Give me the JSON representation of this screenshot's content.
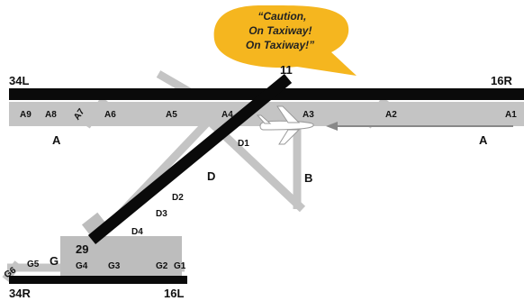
{
  "callout": {
    "lines": [
      "“Caution,",
      "On Taxiway!",
      "On Taxiway!”"
    ],
    "fill_color": "#f5b61f"
  },
  "runways": {
    "r34L": "34L",
    "r16R": "16R",
    "r11": "11",
    "r29": "29",
    "r34R": "34R",
    "r16L": "16L"
  },
  "taxiways": {
    "A9": "A9",
    "A8": "A8",
    "A7": "A7",
    "A6": "A6",
    "A5": "A5",
    "A4": "A4",
    "A3": "A3",
    "A2": "A2",
    "A1": "A1",
    "A_left": "A",
    "A_right": "A",
    "D": "D",
    "D1": "D1",
    "D2": "D2",
    "D3": "D3",
    "D4": "D4",
    "B": "B",
    "G": "G",
    "G1": "G1",
    "G2": "G2",
    "G3": "G3",
    "G4": "G4",
    "G5": "G5",
    "G6": "G6"
  },
  "colors": {
    "runway": "#0a0a0a",
    "taxiway": "#c4c4c4",
    "apron": "#bdbdbd",
    "aircraft": "#ffffff",
    "track": "#888888"
  },
  "icons": {
    "aircraft": "airplane-icon"
  }
}
